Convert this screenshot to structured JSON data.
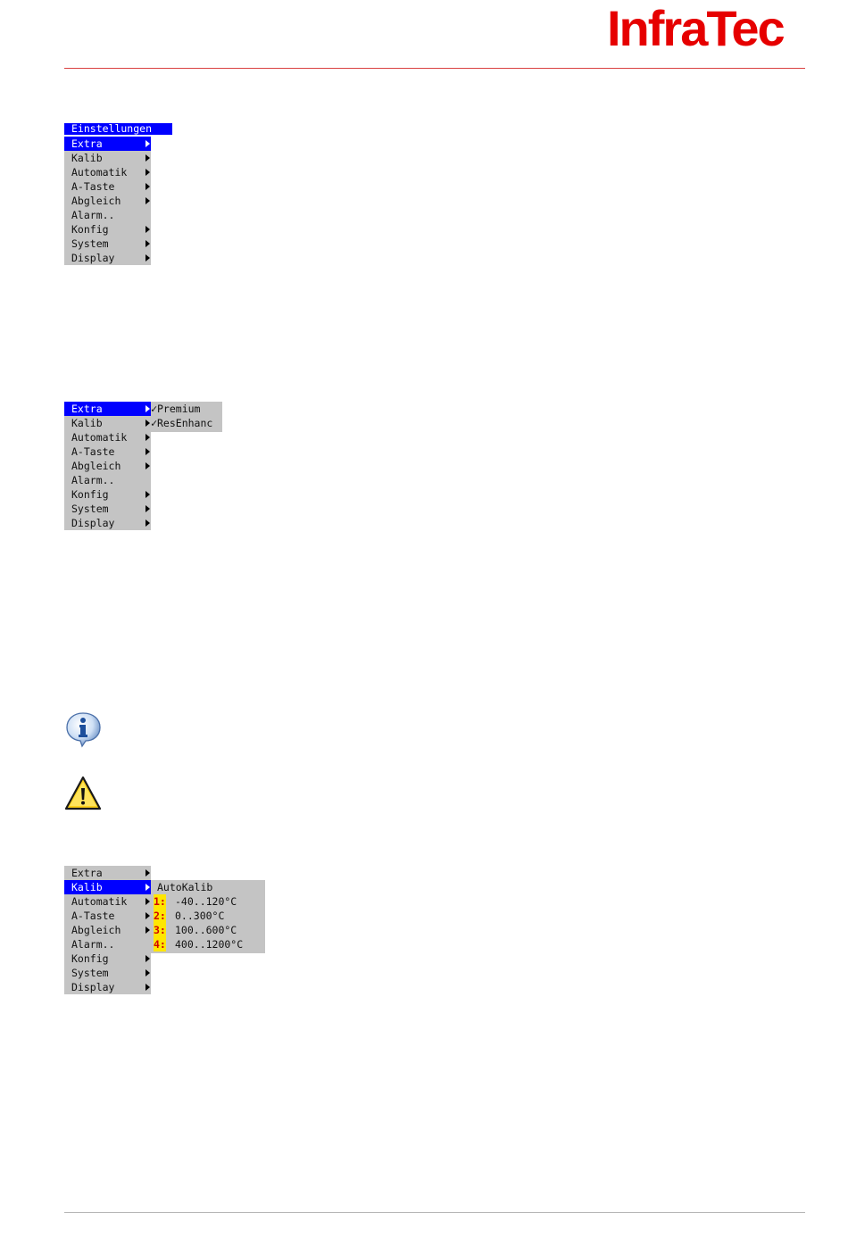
{
  "header": {
    "logo_text": "InfraTec"
  },
  "colors": {
    "logo": "#e60000",
    "highlight": "#0000ff",
    "menu_bg": "#c4c4c4",
    "rule_top": "#d94040"
  },
  "menu1": {
    "title": "Einstellungen",
    "items": [
      "Extra",
      "Kalib",
      "Automatik",
      "A-Taste",
      "Abgleich",
      "Alarm..",
      "Konfig",
      "System",
      "Display"
    ],
    "selected": "Extra"
  },
  "menu2": {
    "items": [
      "Extra",
      "Kalib",
      "Automatik",
      "A-Taste",
      "Abgleich",
      "Alarm..",
      "Konfig",
      "System",
      "Display"
    ],
    "selected": "Extra",
    "submenu": [
      {
        "check": "✓",
        "label": "Premium"
      },
      {
        "check": "✓",
        "label": "ResEnhanc"
      }
    ]
  },
  "menu3": {
    "items": [
      "Extra",
      "Kalib",
      "Automatik",
      "A-Taste",
      "Abgleich",
      "Alarm..",
      "Konfig",
      "System",
      "Display"
    ],
    "selected": "Kalib",
    "submenu_title": "AutoKalib",
    "ranges": [
      {
        "num": "1:",
        "label": "-40..120°C"
      },
      {
        "num": "2:",
        "label": "0..300°C"
      },
      {
        "num": "3:",
        "label": "100..600°C"
      },
      {
        "num": "4:",
        "label": "400..1200°C"
      }
    ]
  },
  "icons": {
    "info": "info-icon",
    "warning": "warning-icon"
  }
}
